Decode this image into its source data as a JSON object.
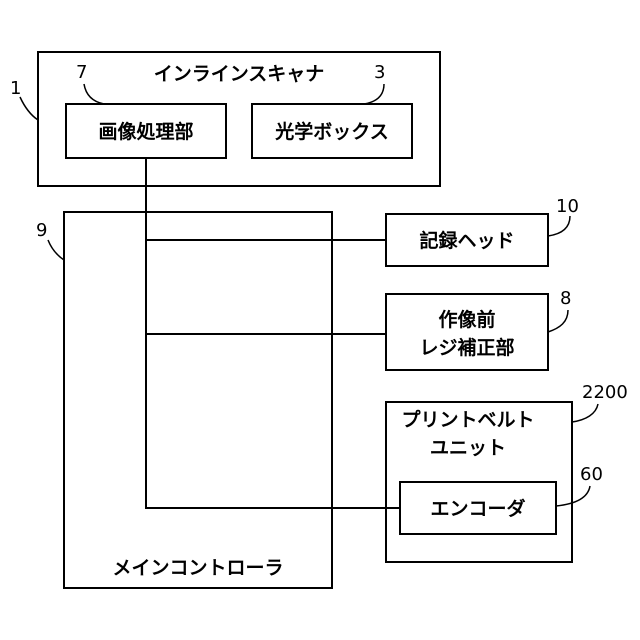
{
  "blocks": {
    "inline_scanner": {
      "label": "インラインスキャナ",
      "ref": "1"
    },
    "image_processing": {
      "label": "画像処理部",
      "ref": "7"
    },
    "optical_box": {
      "label": "光学ボックス",
      "ref": "3"
    },
    "main_controller": {
      "label": "メインコントローラ",
      "ref": "9"
    },
    "recording_head": {
      "label": "記録ヘッド",
      "ref": "10"
    },
    "pre_print_reg": {
      "label_line1": "作像前",
      "label_line2": "レジ補正部",
      "ref": "8"
    },
    "print_belt_unit": {
      "label_line1": "プリントベルト",
      "label_line2": "ユニット",
      "ref": "2200"
    },
    "encoder": {
      "label": "エンコーダ",
      "ref": "60"
    }
  }
}
